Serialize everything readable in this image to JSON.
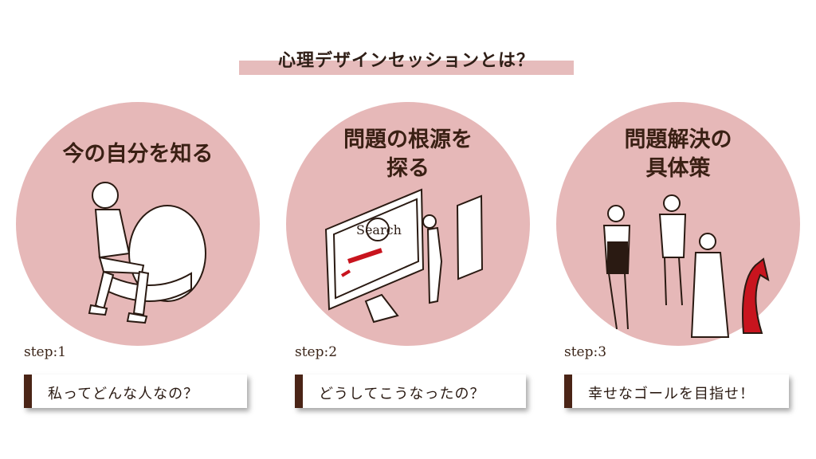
{
  "title": "心理デザインセッションとは？",
  "steps": [
    {
      "heading_lines": [
        "今の自分を知る"
      ],
      "step_label": "step:1",
      "caption": "私ってどんな人なの？"
    },
    {
      "heading_lines": [
        "問題の根源を",
        "探る"
      ],
      "step_label": "step:2",
      "caption": "どうしてこうなったの？"
    },
    {
      "heading_lines": [
        "問題解決の",
        "具体策"
      ],
      "step_label": "step:3",
      "caption": "幸せなゴールを目指せ！"
    }
  ],
  "colors": {
    "circle": "#e6b8b8",
    "title_bar": "#e6bcbc",
    "accent": "#4a2416",
    "arrow": "#c8141e"
  }
}
